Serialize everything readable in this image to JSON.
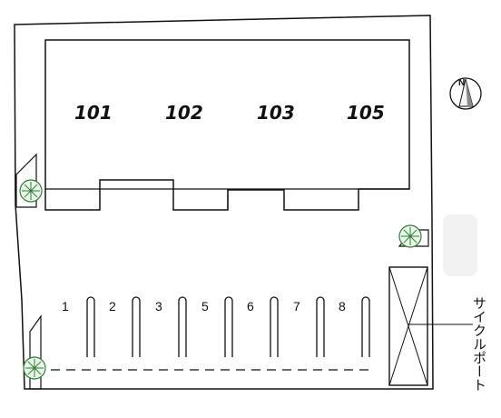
{
  "units": [
    "101",
    "102",
    "103",
    "105"
  ],
  "parking_spaces": [
    "1",
    "2",
    "3",
    "5",
    "6",
    "7",
    "8"
  ],
  "cycle_port_label": "サイクルポート",
  "compass_letter": "N",
  "colors": {
    "line": "#111111",
    "tree_fill": "#e9f6e9",
    "tree_line": "#2e7d32",
    "background": "#ffffff"
  },
  "icons": {
    "compass": "compass-north-icon",
    "tree": "tree-icon"
  }
}
